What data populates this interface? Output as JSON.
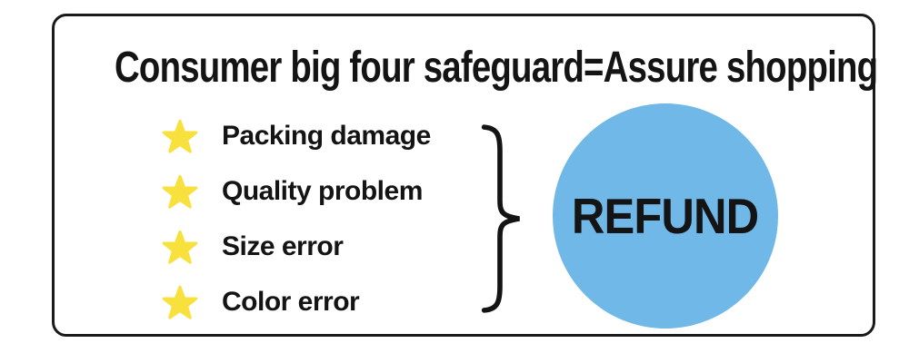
{
  "banner": {
    "title": "Consumer big four safeguard=Assure shopping",
    "items": [
      {
        "label": "Packing damage"
      },
      {
        "label": "Quality problem"
      },
      {
        "label": "Size error"
      },
      {
        "label": "Color error"
      }
    ],
    "refund_label": "REFUND",
    "icons": {
      "bullet": "star-icon",
      "grouping": "curly-brace-icon"
    },
    "colors": {
      "star": "#F8E13C",
      "circle": "#6FB8E8",
      "ink": "#141414",
      "border": "#1A1A1A",
      "bg": "#FFFFFF"
    }
  }
}
